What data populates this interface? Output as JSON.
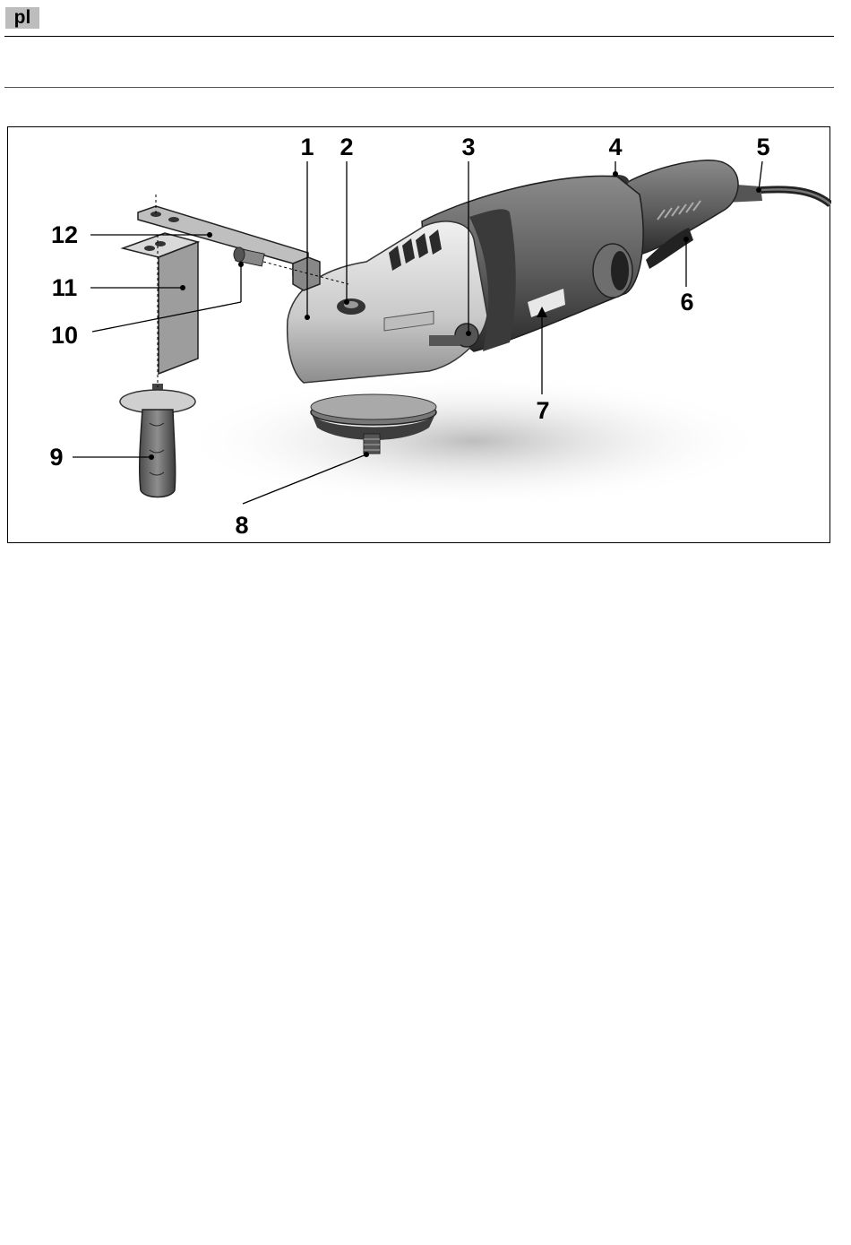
{
  "header": {
    "language_code": "pl"
  },
  "figure": {
    "callouts": {
      "c1": "1",
      "c2": "2",
      "c3": "3",
      "c4": "4",
      "c5": "5",
      "c6": "6",
      "c7": "7",
      "c8": "8",
      "c9": "9",
      "c10": "10",
      "c11": "11",
      "c12": "12"
    }
  }
}
